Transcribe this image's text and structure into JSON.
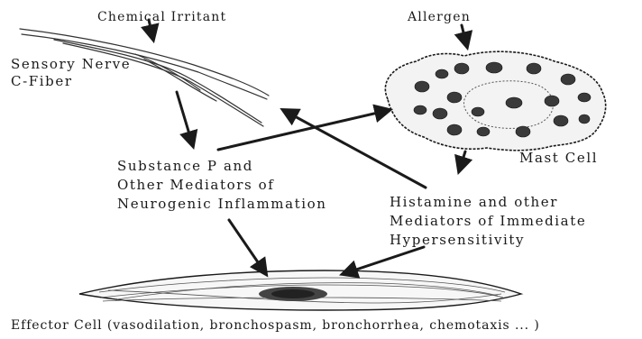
{
  "labels": {
    "chemical_irritant": "Chemical Irritant",
    "allergen": "Allergen",
    "sensory_nerve": [
      "Sensory Nerve",
      "C-Fiber"
    ],
    "mast_cell": "Mast Cell",
    "substance_p": [
      "Substance P and",
      "Other Mediators of",
      "Neurogenic Inflammation"
    ],
    "histamine": [
      "Histamine and other",
      "Mediators of Immediate",
      "Hypersensitivity"
    ],
    "effector_cell": "Effector Cell (vasodilation, bronchospasm, bronchorrhea, chemotaxis ... )"
  },
  "colors": {
    "ink": "#1a1a1a",
    "granule": "#3a3a3a",
    "cell_fill": "#f3f3f3"
  }
}
